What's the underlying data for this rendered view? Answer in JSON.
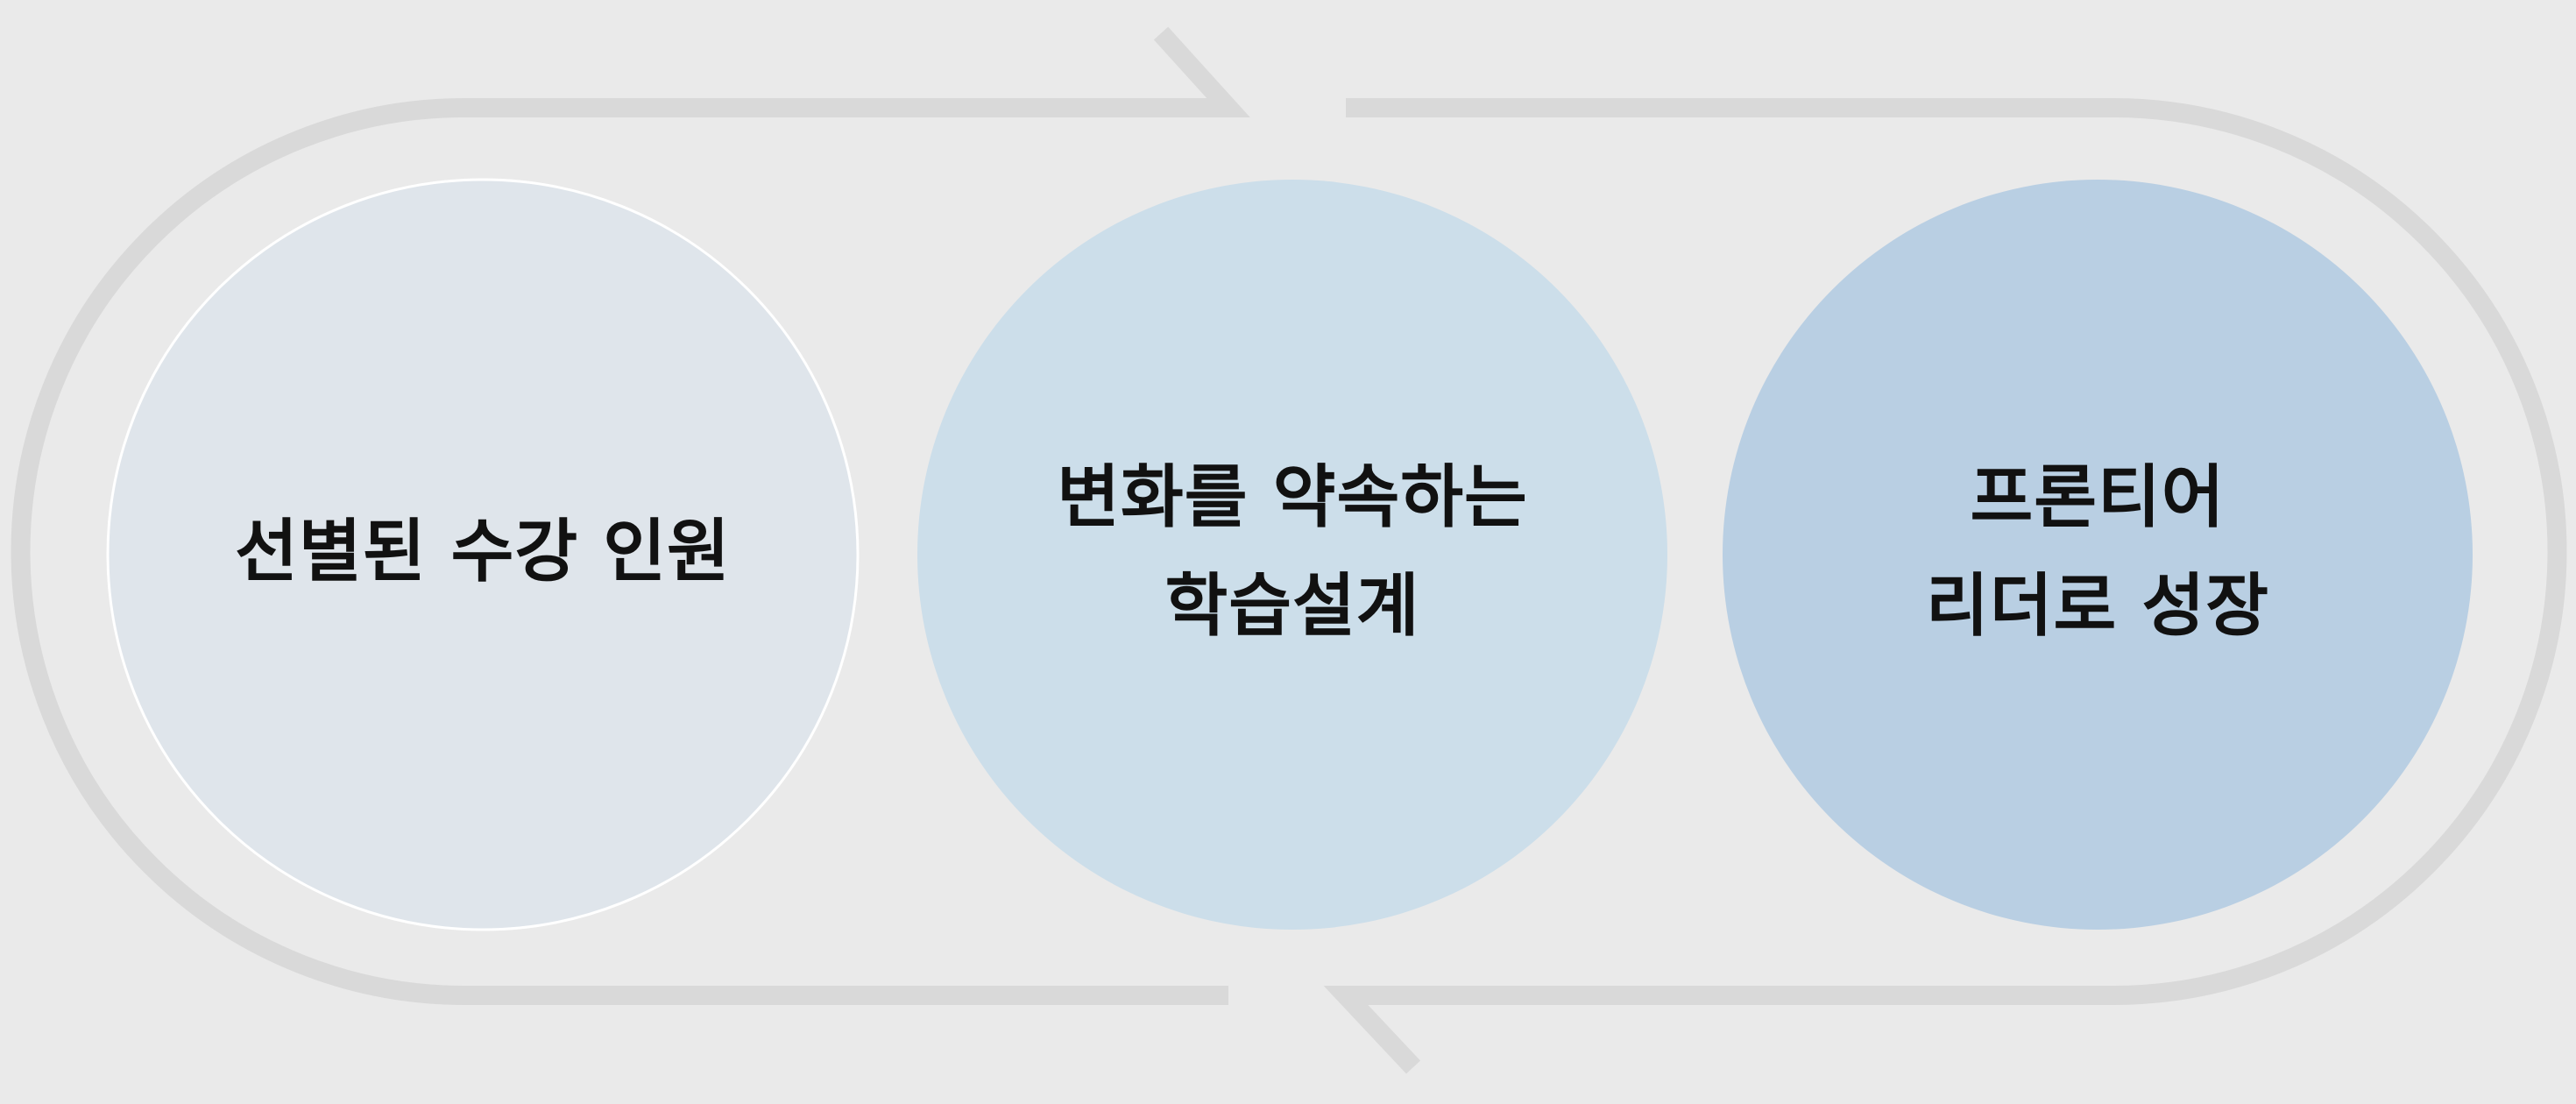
{
  "colors": {
    "background": "#EAEAEA",
    "loop_stroke": "#D9D9D9",
    "circle_1": "#DFE5EB",
    "circle_2": "#CCDEEA",
    "circle_3": "#B9CFE3",
    "text": "#111111"
  },
  "stages": [
    {
      "lines": [
        "선별된 수강 인원"
      ]
    },
    {
      "lines": [
        "변화를 약속하는",
        "학습설계"
      ]
    },
    {
      "lines": [
        "프론티어",
        "리더로 성장"
      ]
    }
  ]
}
